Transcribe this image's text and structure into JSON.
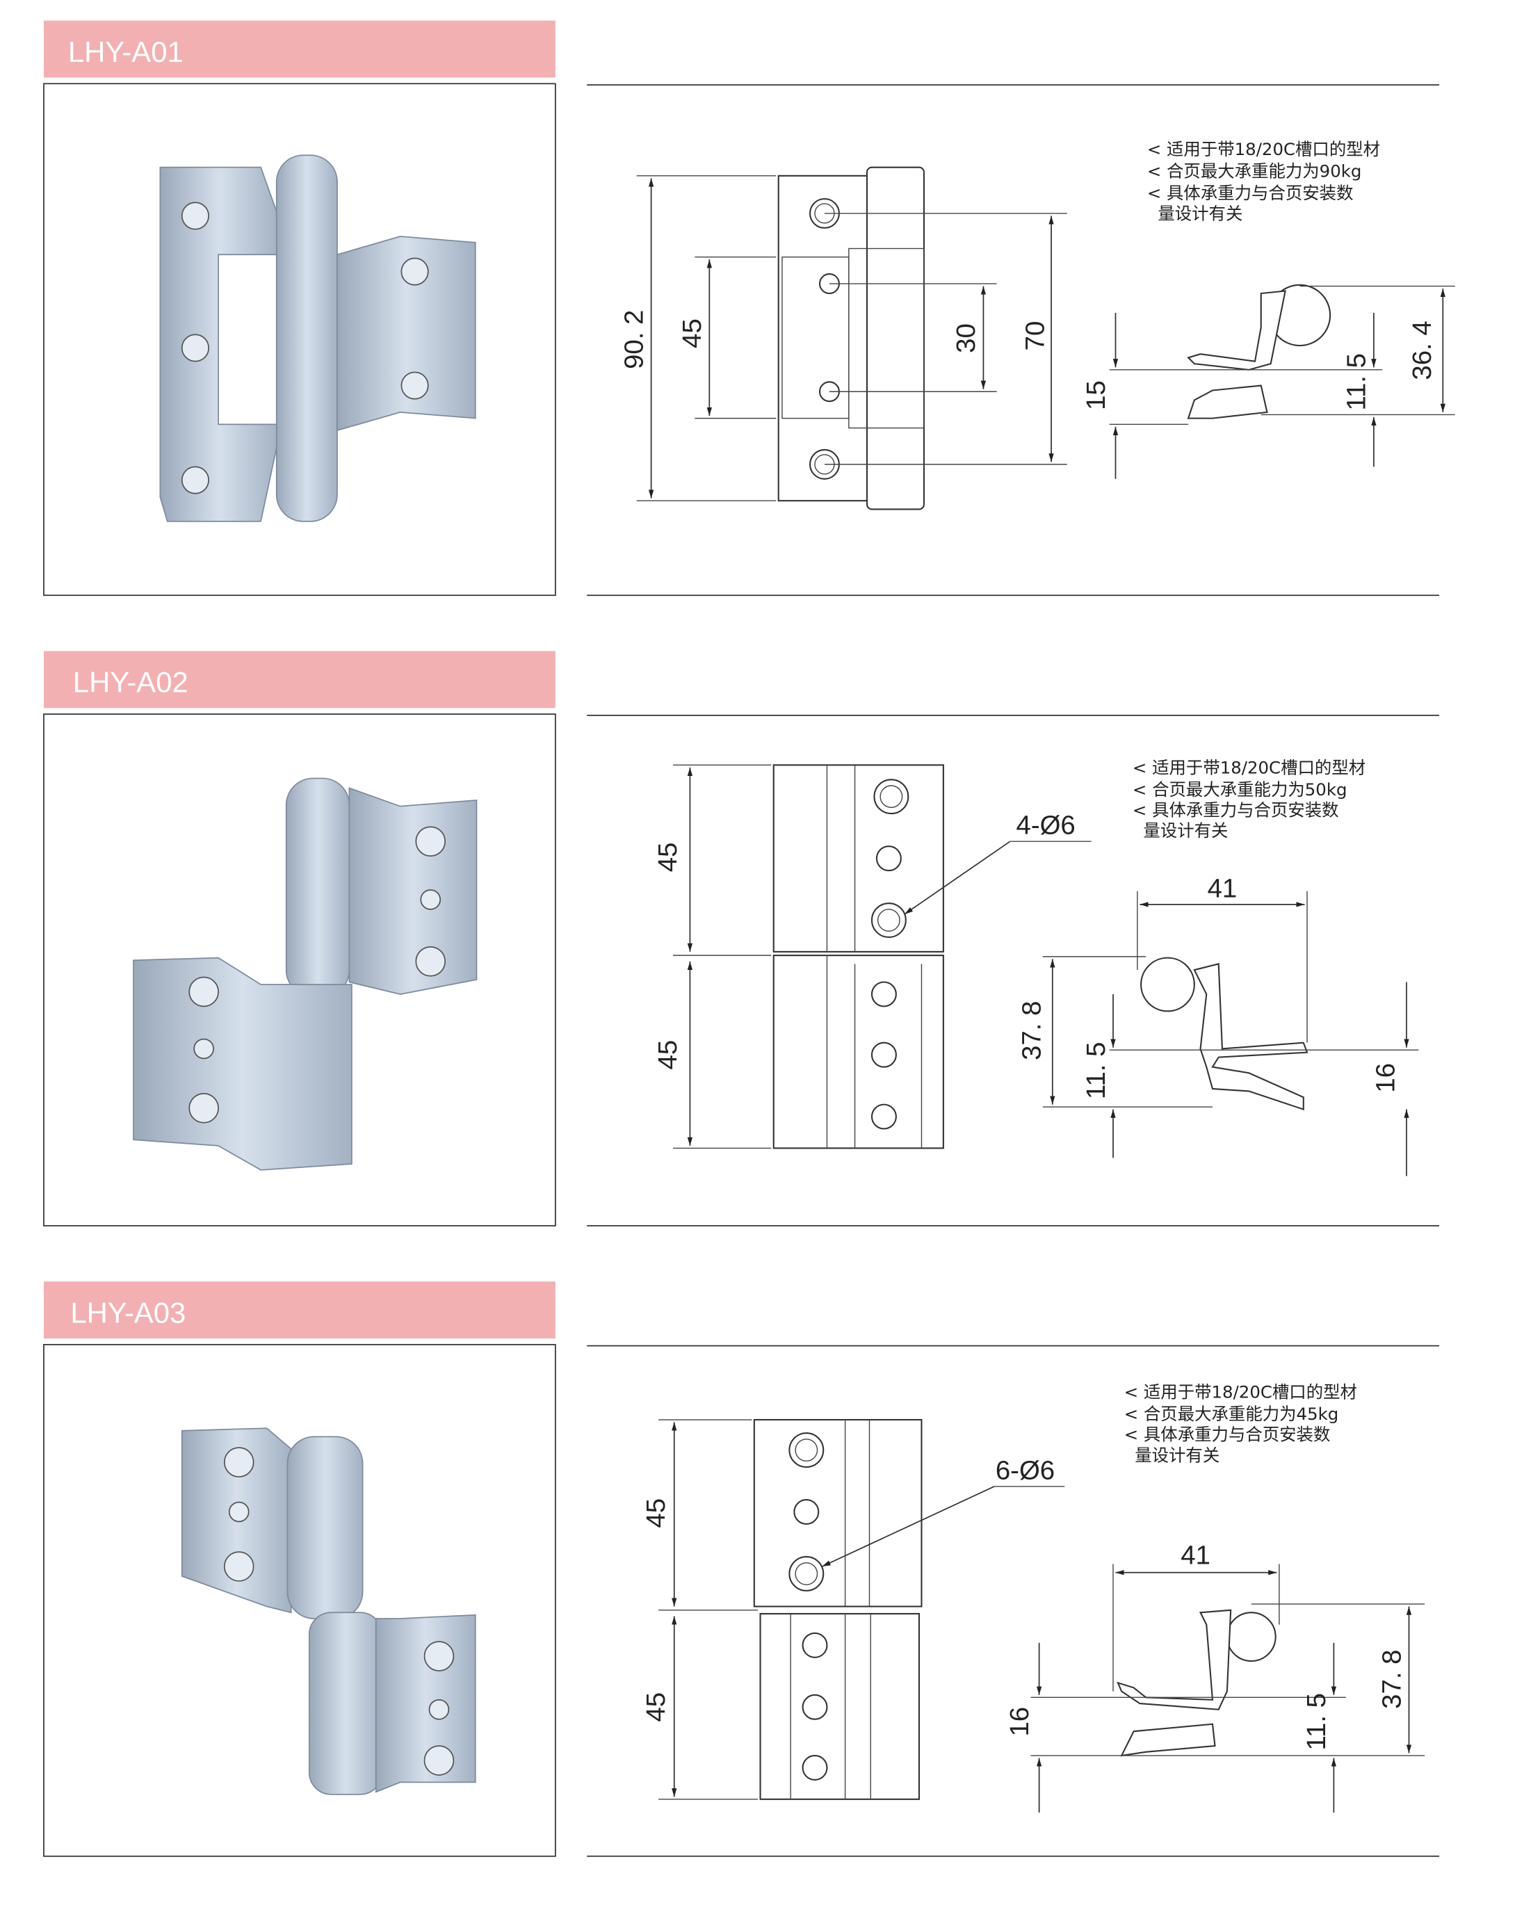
{
  "colors": {
    "header": "#f2b0b3",
    "metal": "#b9c6d6"
  },
  "sections": [
    {
      "title": "LHY-A01",
      "notes": [
        "< 适用于带18/20C槽口的型材",
        "< 合页最大承重能力为90kg",
        "< 具体承重力与合页安装数",
        "  量设计有关"
      ],
      "dims": {
        "total": "90. 2",
        "inner": "45",
        "holes_inner": "30",
        "holes_outer": "70",
        "profile_a": "15",
        "profile_b": "11. 5",
        "profile_c": "36. 4"
      }
    },
    {
      "title": "LHY-A02",
      "notes": [
        "< 适用于带18/20C槽口的型材",
        "< 合页最大承重能力为50kg",
        "< 具体承重力与合页安装数",
        "  量设计有关"
      ],
      "dims": {
        "top": "45",
        "bottom": "45",
        "holes": "4-Ø6",
        "width": "41",
        "height": "37. 8",
        "profile_b": "11. 5",
        "profile_c": "16"
      }
    },
    {
      "title": "LHY-A03",
      "notes": [
        "< 适用于带18/20C槽口的型材",
        "< 合页最大承重能力为45kg",
        "< 具体承重力与合页安装数",
        "  量设计有关"
      ],
      "dims": {
        "top": "45",
        "bottom": "45",
        "holes": "6-Ø6",
        "width": "41",
        "height": "37. 8",
        "profile_b": "11. 5",
        "profile_c": "16"
      }
    }
  ]
}
